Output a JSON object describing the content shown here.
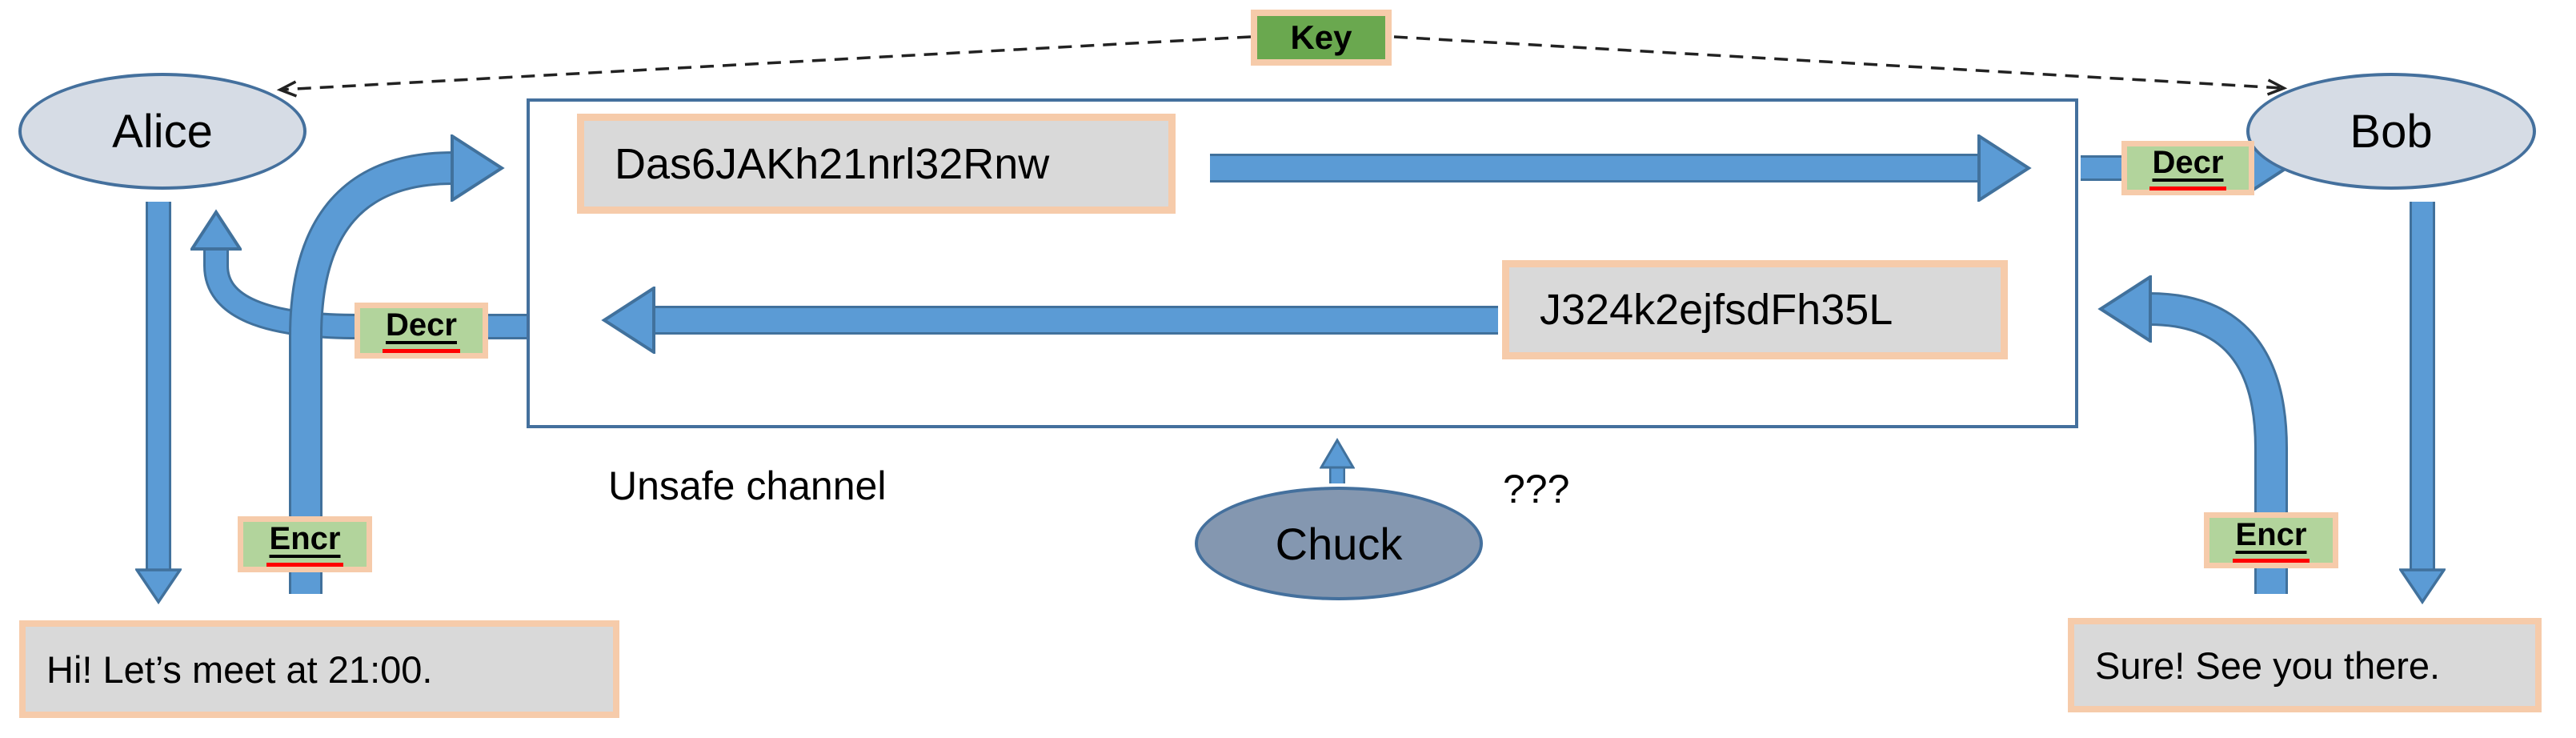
{
  "diagram": {
    "key": {
      "label": "Key"
    },
    "actors": {
      "alice": "Alice",
      "bob": "Bob",
      "chuck": "Chuck"
    },
    "channel": {
      "label": "Unsafe channel",
      "eavesdrop_query": "???"
    },
    "ops": {
      "encrypt": "Encr",
      "decrypt": "Decr"
    },
    "messages": {
      "alice_plaintext": "Hi! Let’s meet at 21:00.",
      "bob_plaintext": "Sure! See you there.",
      "ciphertext_alice_to_bob": "Das6JAKh21nrl32Rnw",
      "ciphertext_bob_to_alice": "J324k2ejfsdFh35L"
    },
    "colors": {
      "arrow_blue": "#5b9bd5",
      "arrow_outline": "#41719c",
      "node_fill": "#d6dce5",
      "chuck_fill": "#8497b0",
      "node_border": "#44709d",
      "key_green": "#6aa84f",
      "op_green": "#b2d49c",
      "peach_border": "#f6cbaa",
      "message_gray": "#d9d9d9",
      "spellcheck_red": "#ff0000"
    }
  }
}
